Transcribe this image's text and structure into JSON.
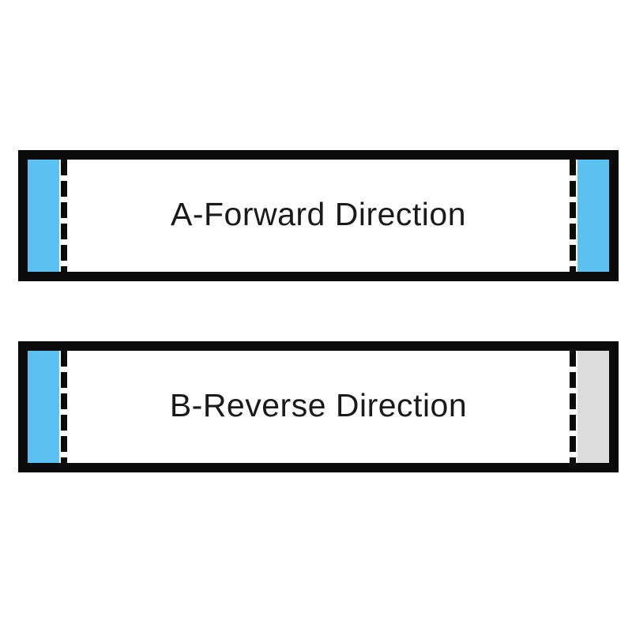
{
  "page": {
    "background_color": "#ffffff",
    "border_color": "#0b0b0b",
    "text_color": "#1a1a1a"
  },
  "diagrams": [
    {
      "id": "A",
      "label": "A-Forward Direction",
      "left_strip_color": "#5cc1f2",
      "right_strip_color": "#5cc1f2"
    },
    {
      "id": "B",
      "label": "B-Reverse Direction",
      "left_strip_color": "#5cc1f2",
      "right_strip_color": "#dcdcdc"
    }
  ]
}
